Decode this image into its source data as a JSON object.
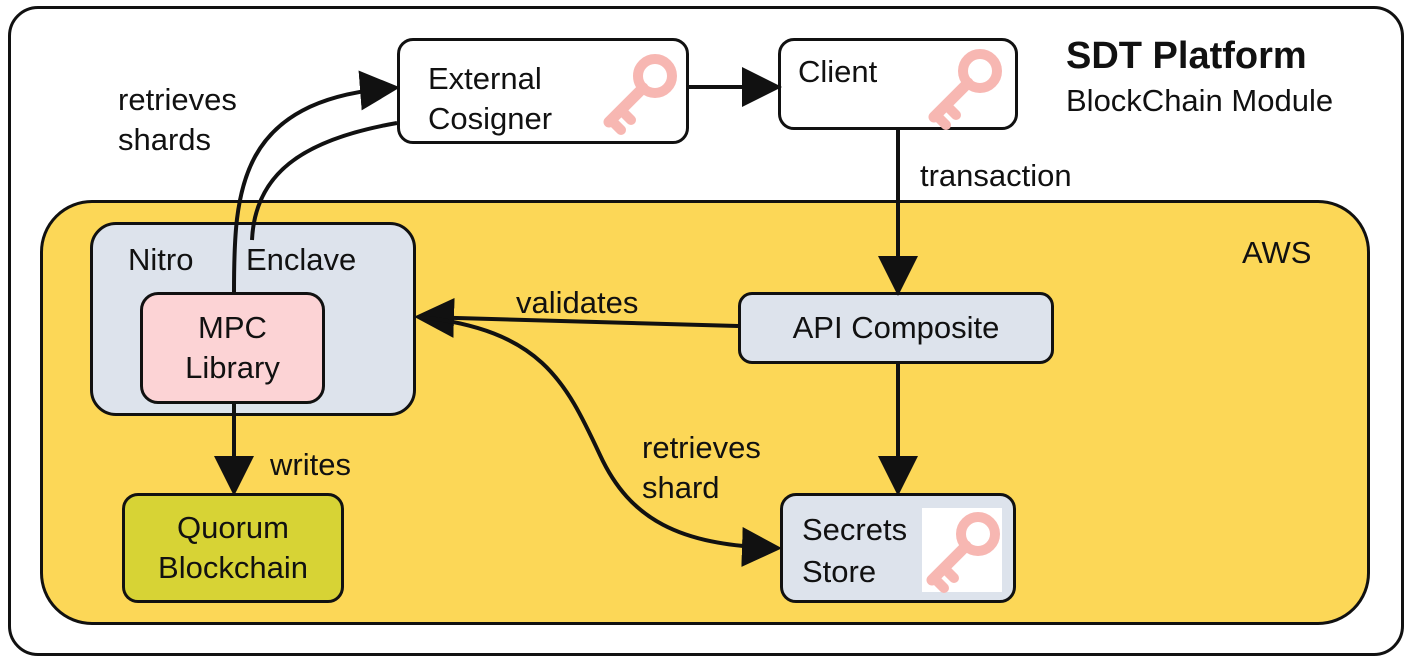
{
  "platform": {
    "title": "SDT Platform",
    "subtitle": "BlockChain Module"
  },
  "region": {
    "label": "AWS",
    "color": "#fcd757"
  },
  "nodes": {
    "external_cosigner": {
      "lines": [
        "External",
        "Cosigner"
      ],
      "has_key_icon": true
    },
    "client": {
      "label": "Client",
      "has_key_icon": true
    },
    "nitro_enclave": {
      "word1": "Nitro",
      "word2": "Enclave"
    },
    "mpc_library": {
      "lines": [
        "MPC",
        "Library"
      ]
    },
    "api_composite": {
      "label": "API Composite"
    },
    "secrets_store": {
      "lines": [
        "Secrets",
        "Store"
      ],
      "has_key_icon": true
    },
    "quorum_blockchain": {
      "lines": [
        "Quorum",
        "Blockchain"
      ]
    }
  },
  "edges": {
    "retrieves_shards": {
      "lines": [
        "retrieves",
        "shards"
      ]
    },
    "transaction": {
      "label": "transaction"
    },
    "validates": {
      "label": "validates"
    },
    "retrieves_shard": {
      "lines": [
        "retrieves",
        "shard"
      ]
    },
    "writes": {
      "label": "writes"
    }
  },
  "colors": {
    "enclave_fill": "#dde3ec",
    "mpc_fill": "#fcd3d5",
    "quorum_fill": "#d7d335",
    "node_fill": "#ffffff",
    "key_icon": "#f7b7b2"
  },
  "icons": [
    "key-icon"
  ]
}
